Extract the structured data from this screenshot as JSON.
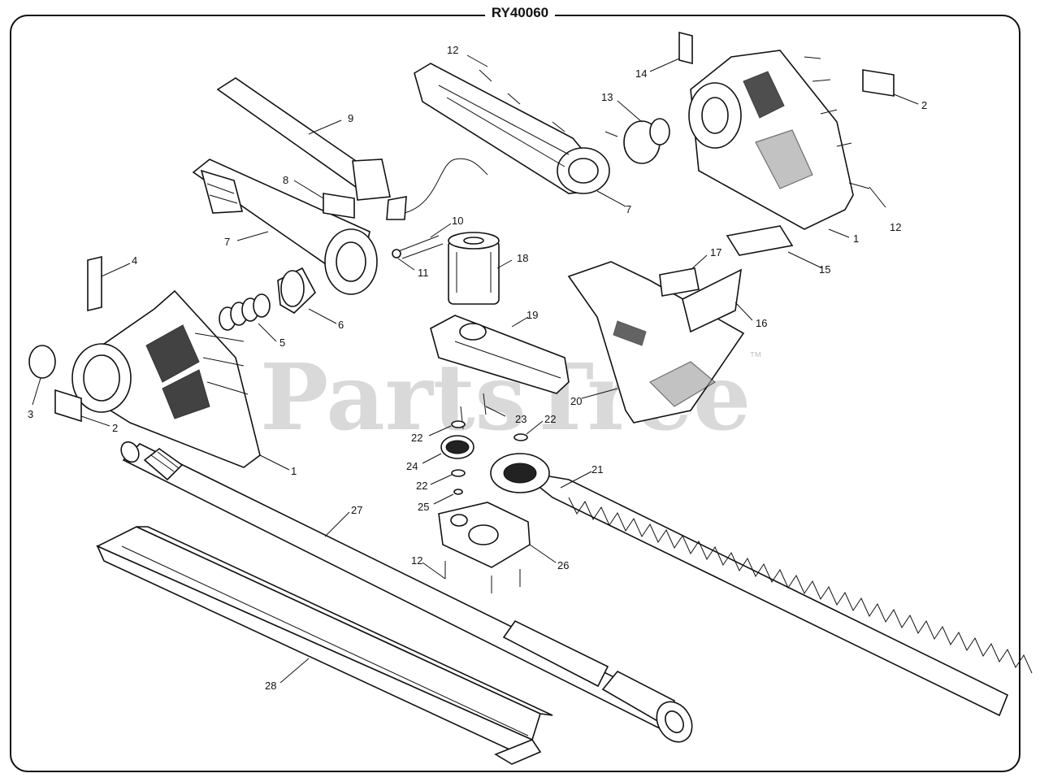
{
  "diagram": {
    "model": "RY40060",
    "watermark": "PartsTree",
    "trademark": "™",
    "callouts": {
      "c1a": "1",
      "c1b": "1",
      "c2a": "2",
      "c2b": "2",
      "c3": "3",
      "c4": "4",
      "c5": "5",
      "c6": "6",
      "c7a": "7",
      "c7b": "7",
      "c8": "8",
      "c9": "9",
      "c10": "10",
      "c11": "11",
      "c12a": "12",
      "c12b": "12",
      "c12c": "12",
      "c13": "13",
      "c14": "14",
      "c15": "15",
      "c16": "16",
      "c17": "17",
      "c18": "18",
      "c19": "19",
      "c20": "20",
      "c21": "21",
      "c22a": "22",
      "c22b": "22",
      "c22c": "22",
      "c23": "23",
      "c24": "24",
      "c25": "25",
      "c26": "26",
      "c27": "27",
      "c28": "28"
    }
  }
}
